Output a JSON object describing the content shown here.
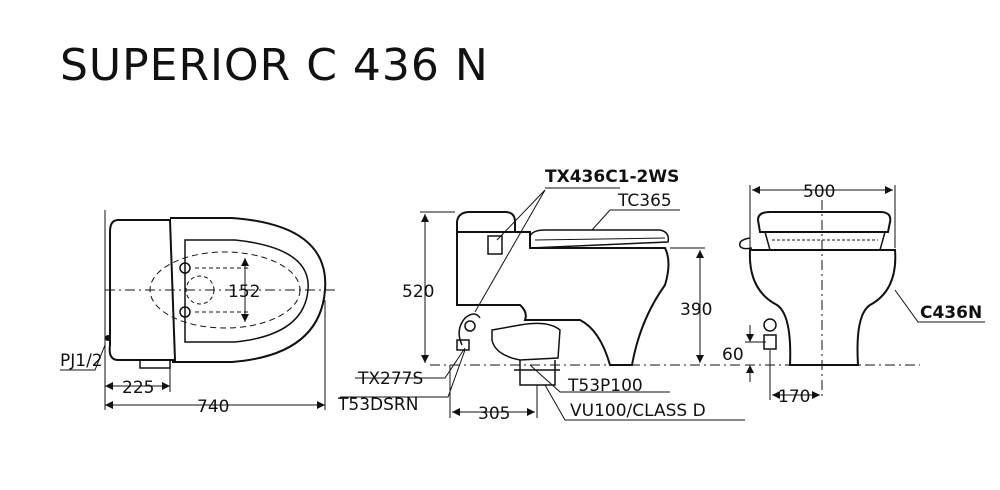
{
  "title": "SUPERIOR C 436 N",
  "top_view": {
    "dims": {
      "width_total": "740",
      "offset": "225",
      "seat_span": "152"
    },
    "labels": {
      "supply": "PJ1/2"
    }
  },
  "side_view": {
    "dims": {
      "height_total": "520",
      "rim_height": "390",
      "outlet_offset": "305"
    },
    "labels": {
      "tank_fittings": "TX436C1-2WS",
      "seat": "TC365",
      "valve": "TX277S",
      "hose": "T53DSRN",
      "outlet_pipe": "T53P100",
      "flange": "VU100/CLASS D"
    }
  },
  "front_view": {
    "dims": {
      "width_total": "500",
      "supply_height": "60",
      "supply_offset": "170"
    },
    "labels": {
      "model": "C436N"
    }
  }
}
